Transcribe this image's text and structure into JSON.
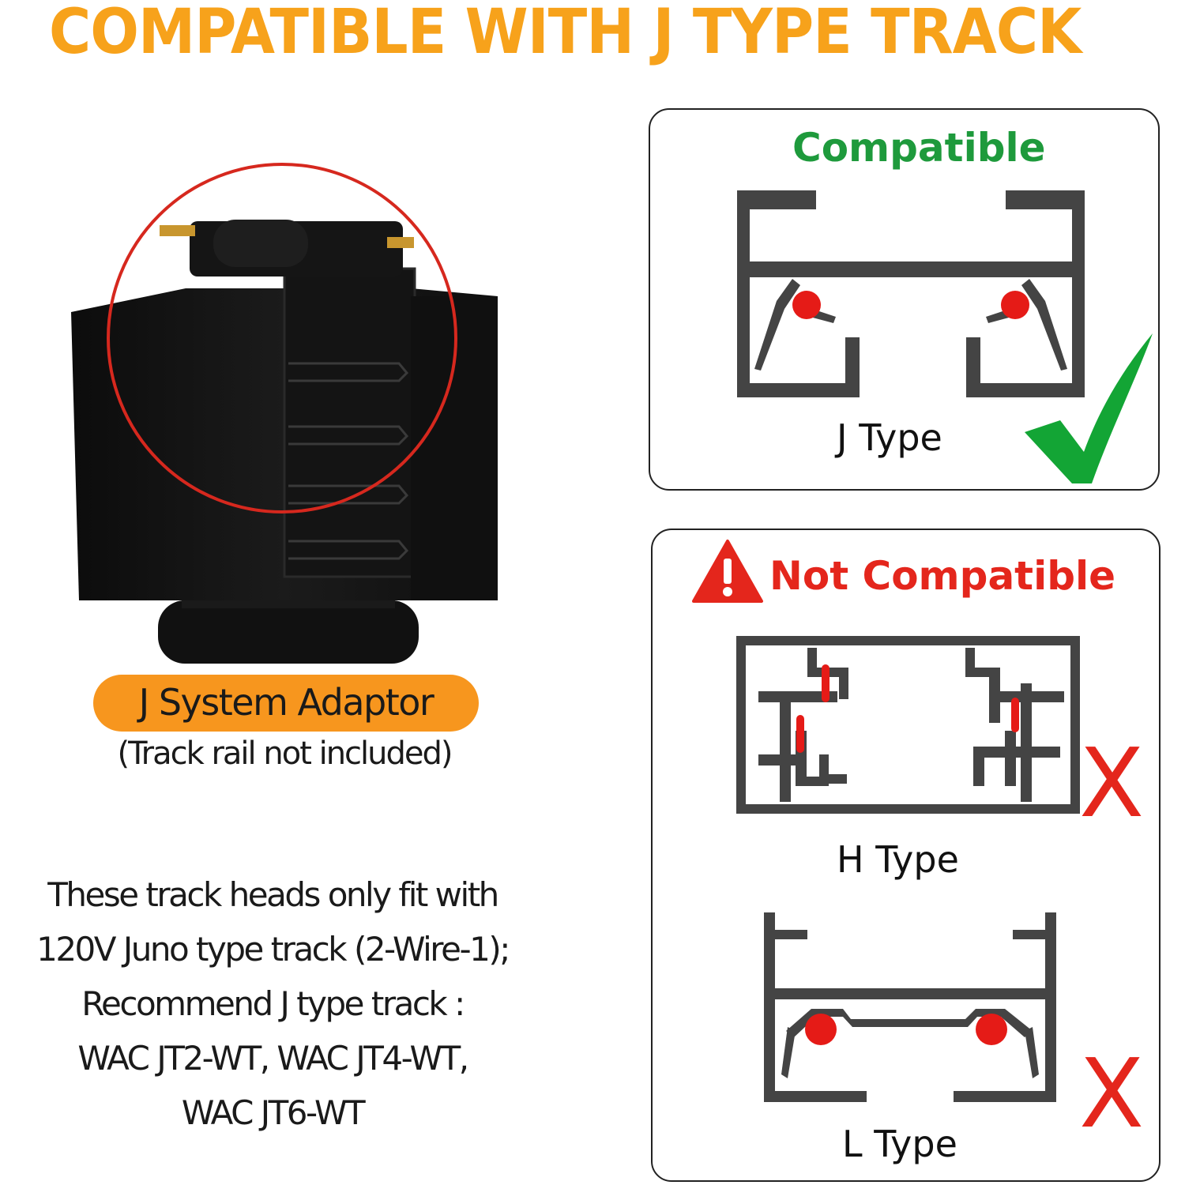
{
  "headline": "COMPATIBLE WITH J TYPE TRACK",
  "compatible_panel": {
    "heading": "Compatible",
    "heading_color": "#1E9A3C",
    "type_label": "J Type",
    "mark": "check-icon",
    "mark_color": "#13A535"
  },
  "not_compatible_panel": {
    "heading": "Not Compatible",
    "heading_color": "#E4261C",
    "warning_icon": "warning-triangle-icon",
    "items": [
      {
        "type_label": "H Type",
        "mark": "x-icon",
        "mark_symbol": "X"
      },
      {
        "type_label": "L Type",
        "mark": "x-icon",
        "mark_symbol": "X"
      }
    ],
    "mark_color": "#E4261C"
  },
  "product": {
    "name": "J System Adaptor",
    "note": "(Track rail  not included)",
    "image": "track-adaptor-image",
    "highlight_color": "#D6281E"
  },
  "description": {
    "lines": [
      "These track heads only fit with",
      "120V Juno type track (2-Wire-1);",
      "Recommend J type track :",
      "WAC JT2-WT, WAC JT4-WT,",
      "WAC JT6-WT"
    ]
  },
  "colors": {
    "accent_orange": "#F7A21B",
    "track_gray": "#444444",
    "contact_red": "#E51B17"
  }
}
